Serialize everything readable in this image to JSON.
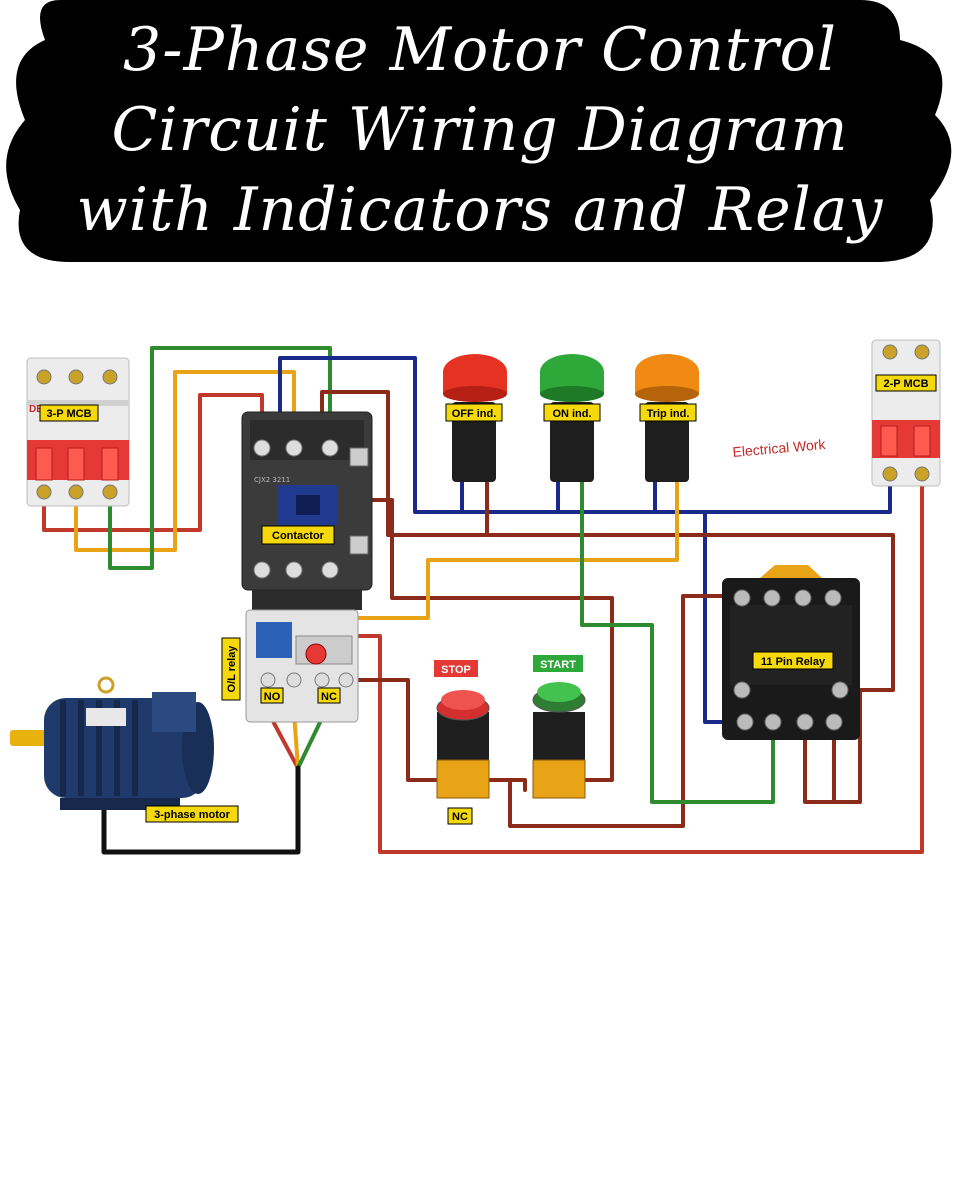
{
  "title": {
    "lines": [
      "3-Phase Motor Control",
      "Circuit Wiring Diagram",
      "with Indicators and Relay"
    ]
  },
  "labels": {
    "mcb3": "3-P MCB",
    "mcb3_brand": "DEL",
    "contactor": "Contactor",
    "contactor_model": "CJX2 3211",
    "ol_relay": "O/L relay",
    "no": "NO",
    "nc": "NC",
    "off_ind": "OFF ind.",
    "on_ind": "ON ind.",
    "trip_ind": "Trip ind.",
    "mcb2": "2-P MCB",
    "watermark": "Electrical Work",
    "stop": "STOP",
    "start": "START",
    "stop_nc": "NC",
    "relay11": "11 Pin Relay",
    "motor": "3-phase motor"
  },
  "colors": {
    "banner": "#000000",
    "wire_red": "#c0392b",
    "wire_yellow": "#e8a317",
    "wire_green": "#2e8b2e",
    "wire_blue": "#1a2a8a",
    "wire_black": "#111111",
    "wire_brown": "#8b2c1a",
    "label_bg": "#f5d90a",
    "mcb_handle": "#e53935",
    "lamp_red": "#e53222",
    "lamp_green": "#2fa83a",
    "lamp_orange": "#f08a12",
    "motor_body": "#1f3a6b"
  }
}
